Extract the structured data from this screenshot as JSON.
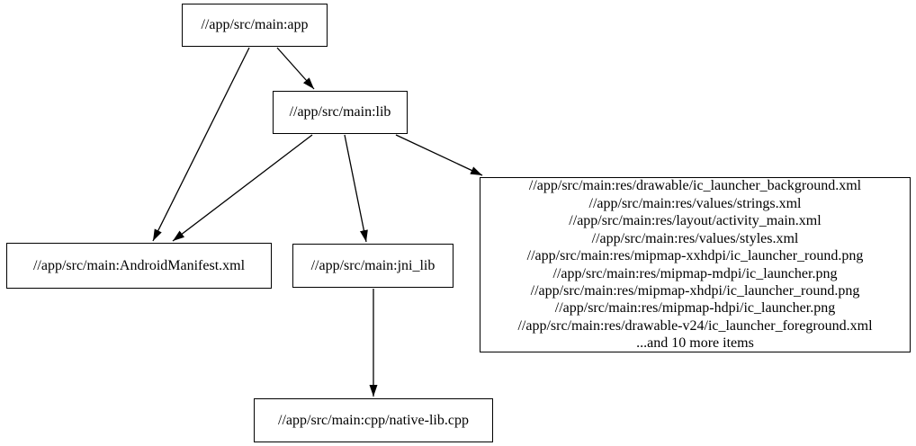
{
  "graph": {
    "nodes": {
      "app": {
        "label": "//app/src/main:app"
      },
      "lib": {
        "label": "//app/src/main:lib"
      },
      "manifest": {
        "label": "//app/src/main:AndroidManifest.xml"
      },
      "jni_lib": {
        "label": "//app/src/main:jni_lib"
      },
      "res_group": {
        "lines": [
          "//app/src/main:res/drawable/ic_launcher_background.xml",
          "//app/src/main:res/values/strings.xml",
          "//app/src/main:res/layout/activity_main.xml",
          "//app/src/main:res/values/styles.xml",
          "//app/src/main:res/mipmap-xxhdpi/ic_launcher_round.png",
          "//app/src/main:res/mipmap-mdpi/ic_launcher.png",
          "//app/src/main:res/mipmap-xhdpi/ic_launcher_round.png",
          "//app/src/main:res/mipmap-hdpi/ic_launcher.png",
          "//app/src/main:res/drawable-v24/ic_launcher_foreground.xml",
          "...and 10 more items"
        ]
      },
      "native_cpp": {
        "label": "//app/src/main:cpp/native-lib.cpp"
      }
    },
    "edges": [
      {
        "from": "app",
        "to": "lib"
      },
      {
        "from": "app",
        "to": "manifest"
      },
      {
        "from": "lib",
        "to": "manifest"
      },
      {
        "from": "lib",
        "to": "jni_lib"
      },
      {
        "from": "lib",
        "to": "res_group"
      },
      {
        "from": "jni_lib",
        "to": "native_cpp"
      }
    ],
    "colors": {
      "background": "#ffffff",
      "node_fill": "#ffffff",
      "node_border": "#000000",
      "edge": "#000000",
      "text": "#000000"
    }
  }
}
